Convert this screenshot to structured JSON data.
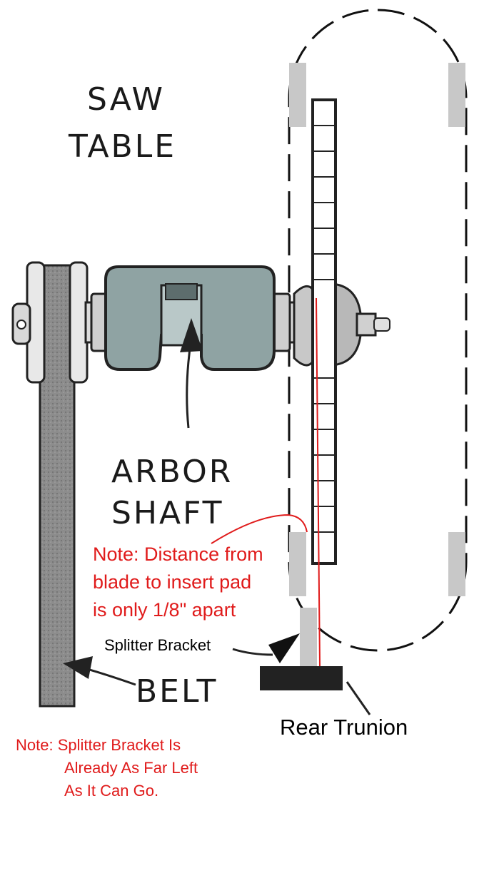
{
  "labels": {
    "saw_table": [
      "SAW",
      "TABLE"
    ],
    "arbor_shaft": [
      "ARBOR",
      "SHAFT"
    ],
    "belt": "BELT",
    "splitter_bracket": "Splitter Bracket",
    "rear_trunion": "Rear Trunion"
  },
  "notes": {
    "distance": [
      "Note: Distance from",
      "blade to insert pad",
      "is only 1/8\" apart"
    ],
    "splitter": [
      "Note: Splitter Bracket Is",
      "Already As Far Left",
      "As It Can Go."
    ]
  },
  "colors": {
    "red_note": "#e01b1b",
    "housing": "#8fa3a3",
    "belt": "#8c8c8c",
    "blade": "#ffffff",
    "trunion": "#222222",
    "pad": "#c8c8c8"
  },
  "icons": [
    "arrow-icon"
  ]
}
